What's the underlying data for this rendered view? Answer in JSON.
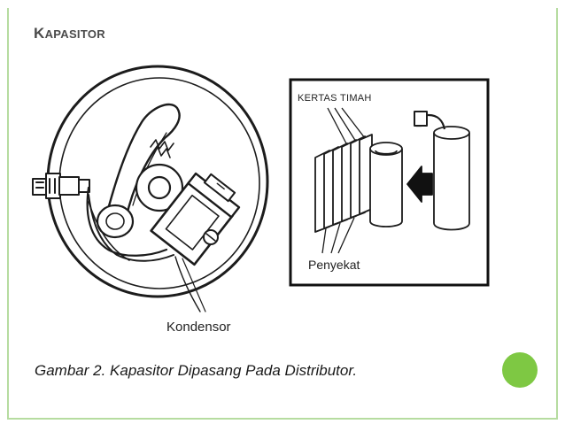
{
  "slide": {
    "title_first": "K",
    "title_rest": "APASITOR",
    "caption": "Gambar 2. Kapasitor  Dipasang Pada Distributor.",
    "accent_color": "#7ec843",
    "frame_color": "#b6dca0"
  },
  "figure": {
    "label_kondensor": "Kondensor",
    "label_kertas_timah": "KERTAS TIMAH",
    "label_penyekat": "Penyekat"
  }
}
